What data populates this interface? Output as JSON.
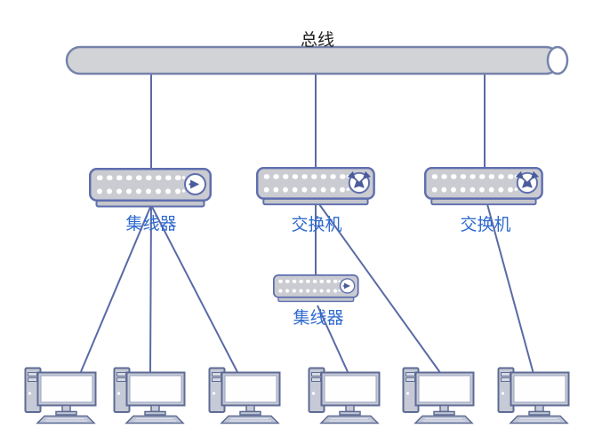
{
  "bus": {
    "label": "总线"
  },
  "devices": [
    {
      "name": "hub-1",
      "type": "hub",
      "label": "集线器"
    },
    {
      "name": "switch-1",
      "type": "switch",
      "label": "交换机"
    },
    {
      "name": "switch-2",
      "type": "switch",
      "label": "交换机"
    },
    {
      "name": "hub-2",
      "type": "hub",
      "label": "集线器"
    }
  ],
  "computers": {
    "count": 6,
    "icon": "desktop-computer-icon"
  },
  "connections": [
    {
      "from": "bus",
      "to": "hub-1"
    },
    {
      "from": "bus",
      "to": "switch-1"
    },
    {
      "from": "bus",
      "to": "switch-2"
    },
    {
      "from": "hub-1",
      "to": "pc-1"
    },
    {
      "from": "hub-1",
      "to": "pc-2"
    },
    {
      "from": "hub-1",
      "to": "pc-3"
    },
    {
      "from": "switch-1",
      "to": "hub-2"
    },
    {
      "from": "switch-1",
      "to": "pc-5"
    },
    {
      "from": "hub-2",
      "to": "pc-4"
    },
    {
      "from": "switch-2",
      "to": "pc-6"
    }
  ],
  "icons": {
    "hub_circle": "right-arrow-icon",
    "switch_circle": "crossed-arrows-icon"
  },
  "colors": {
    "line": "#5b6aa5",
    "bus_fill": "#d2d3d6",
    "bus_border": "#7583ab",
    "device_fill": "#cbccd1",
    "device_border": "#5e6eae",
    "icon_stroke": "#4a5c9b",
    "label_blue": "#2f6ace",
    "bus_label_color": "#1f1f1f",
    "computer_fill": "#c6cad6",
    "computer_border": "#5e6b94"
  }
}
